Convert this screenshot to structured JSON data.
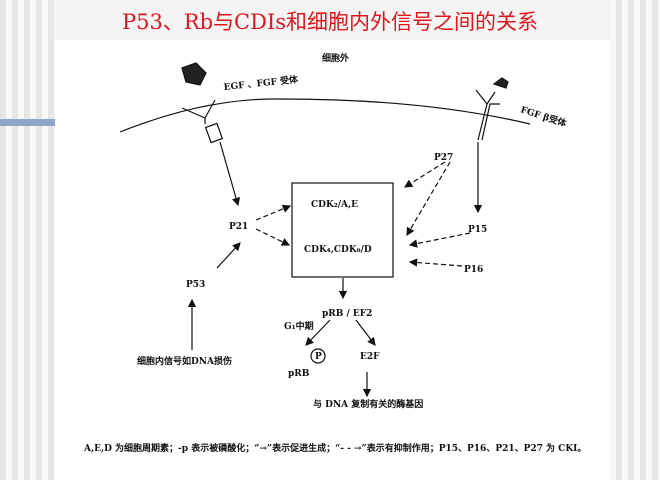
{
  "title": "P53、Rb与CDIs和细胞内外信号之间的关系",
  "diagram": {
    "extracellular": "细胞外",
    "egf_receptor": "EGF 、FGF 受体",
    "fgf_receptor": "FGF  β受体",
    "p27": "P27",
    "p21": "P21",
    "p15": "P15",
    "p16": "P16",
    "p53": "P53",
    "cdk2": "CDK₂/A,E",
    "cdk46": "CDK₄,CDK₆/D",
    "prb_ef2": "pRB / EF2",
    "g1": "G₁中期",
    "p_circle": "P",
    "prb": "pRB",
    "e2f": "E2F",
    "genes": "与 DNA 复制有关的酶基因",
    "dna_damage": "细胞内信号如DNA损伤"
  },
  "footnote": "A,E,D 为细胞周期素；-p 表示被磷酸化；“→”表示促进生成；“- - →”表示有抑制作用；P15、P16、P21、P27 为 CKI。"
}
